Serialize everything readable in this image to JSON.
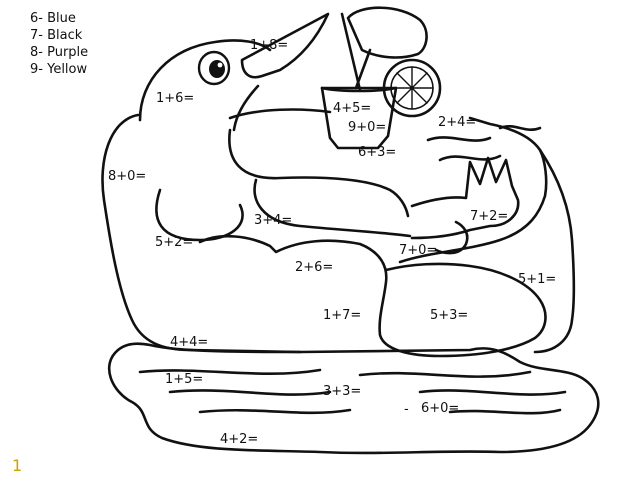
{
  "legend": [
    {
      "number": "6",
      "color_name": "Blue"
    },
    {
      "number": "7",
      "color_name": "Black"
    },
    {
      "number": "8",
      "color_name": "Purple"
    },
    {
      "number": "9",
      "color_name": "Yellow"
    }
  ],
  "equations": {
    "e1": "1+8=",
    "e2": "1+6=",
    "e3": "4+5=",
    "e4": "9+0=",
    "e5": "2+4=",
    "e6": "6+3=",
    "e7": "8+0=",
    "e8": "3+4=",
    "e9": "7+2=",
    "e10": "5+2=",
    "e11": "7+0=",
    "e12": "2+6=",
    "e13": "5+1=",
    "e14": "1+7=",
    "e15": "5+3=",
    "e16": "4+4=",
    "e17": "1+5=",
    "e18": "3+3=",
    "e19": "6+0=",
    "e20": "4+2="
  },
  "corner_mark": "1",
  "colors": {
    "line": "#111111",
    "background": "#ffffff",
    "corner_mark": "#c9a400"
  }
}
